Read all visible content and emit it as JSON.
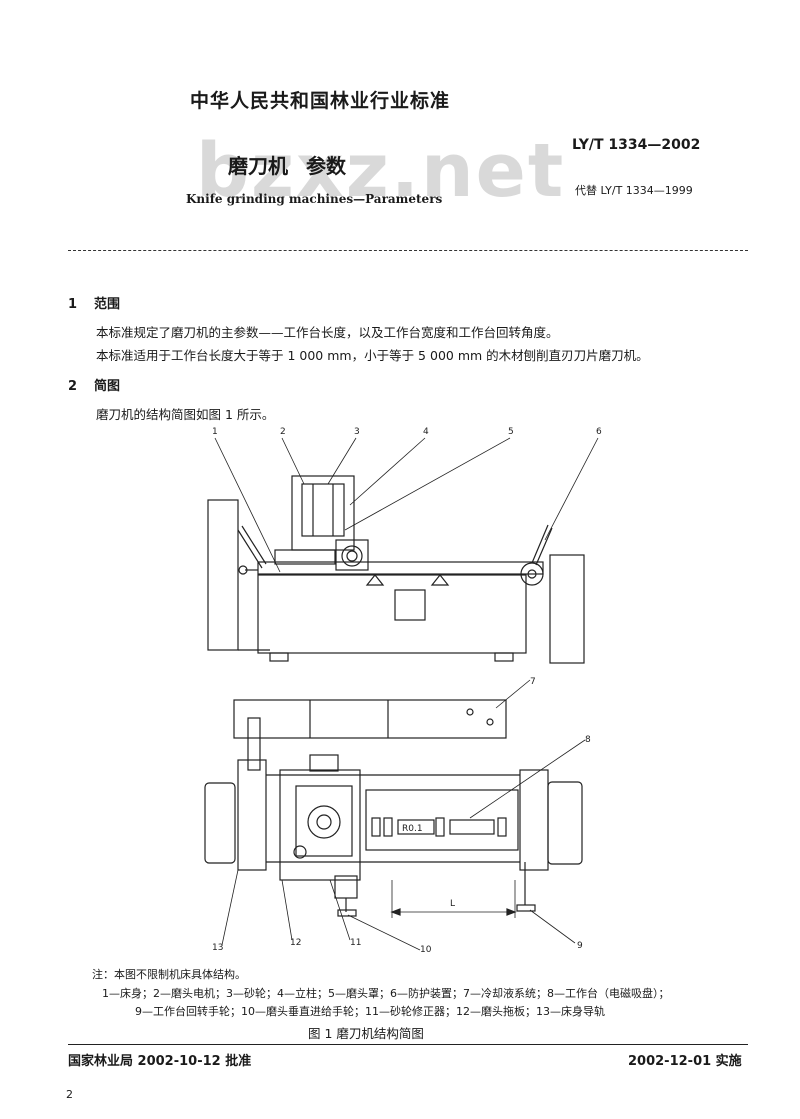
{
  "header": {
    "organization": "中华人民共和国林业行业标准",
    "title_cn": "磨刀机",
    "title_cn_sub": "参数",
    "title_en": "Knife grinding machines—Parameters",
    "standard_code": "LY/T 1334—2002",
    "replaces": "代替 LY/T 1334—1999",
    "watermark": "bzxz.net"
  },
  "sections": [
    {
      "number": "1",
      "heading": "范围",
      "paragraphs": [
        "本标准规定了磨刀机的主参数——工作台长度，以及工作台宽度和工作台回转角度。",
        "本标准适用于工作台长度大于等于 1 000 mm，小于等于 5 000 mm 的木材刨削直刃刀片磨刀机。"
      ]
    },
    {
      "number": "2",
      "heading": "简图",
      "paragraphs": [
        "磨刀机的结构简图如图 1 所示。"
      ]
    }
  ],
  "figure": {
    "callouts_top": [
      "1",
      "2",
      "3",
      "4",
      "5",
      "6"
    ],
    "callouts_bottom": [
      "7",
      "8",
      "9",
      "10",
      "11",
      "12",
      "13"
    ],
    "dimension_label": "L",
    "small_label": "R0.1",
    "notes": [
      "注：本图不限制机床具体结构。",
      "1—床身；2—磨头电机；3—砂轮；4—立柱；5—磨头罩；6—防护装置；7—冷却液系统；8—工作台（电磁吸盘）；",
      "9—工作台回转手轮；10—磨头垂直进给手轮；11—砂轮修正器；12—磨头拖板；13—床身导轨"
    ],
    "caption": "图 1  磨刀机结构简图"
  },
  "footer": {
    "issuer": "国家林业局 2002-10-12 批准",
    "effective": "2002-12-01 实施",
    "page_number": "2"
  }
}
